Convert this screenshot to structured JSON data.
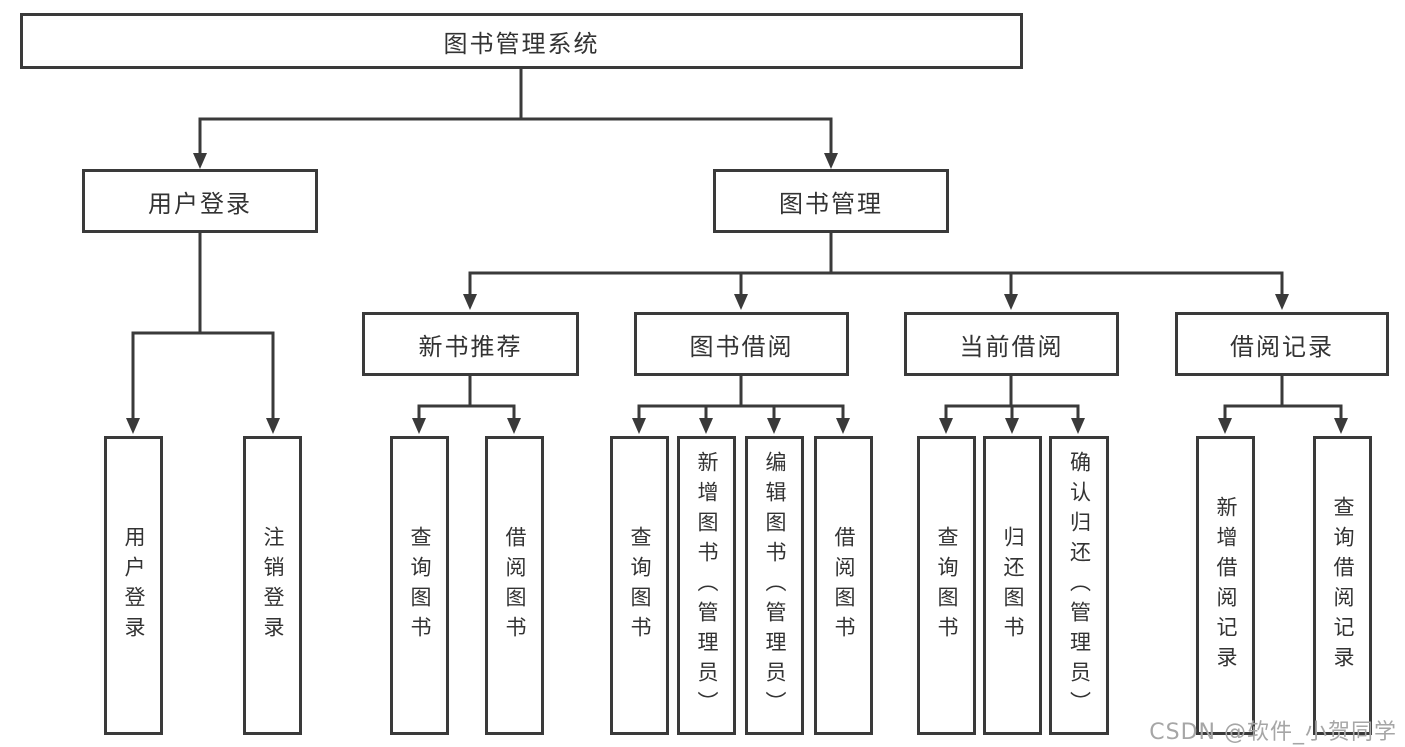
{
  "diagram": {
    "root": {
      "label": "图书管理系统"
    },
    "branches": [
      {
        "label": "用户登录",
        "children": [
          {
            "label": "用户登录"
          },
          {
            "label": "注销登录"
          }
        ]
      },
      {
        "label": "图书管理",
        "children": [
          {
            "label": "新书推荐",
            "children": [
              {
                "label": "查询图书"
              },
              {
                "label": "借阅图书"
              }
            ]
          },
          {
            "label": "图书借阅",
            "children": [
              {
                "label": "查询图书"
              },
              {
                "label": "新增图书（管理员）"
              },
              {
                "label": "编辑图书（管理员）"
              },
              {
                "label": "借阅图书"
              }
            ]
          },
          {
            "label": "当前借阅",
            "children": [
              {
                "label": "查询图书"
              },
              {
                "label": "归还图书"
              },
              {
                "label": "确认归还（管理员）"
              }
            ]
          },
          {
            "label": "借阅记录",
            "children": [
              {
                "label": "新增借阅记录"
              },
              {
                "label": "查询借阅记录"
              }
            ]
          }
        ]
      }
    ]
  },
  "watermark": {
    "text": "CSDN @软件_小贺同学"
  },
  "colors": {
    "line": "#3a3a3a",
    "box_border": "#3a3a3a",
    "text": "#333333",
    "watermark": "#a6a6a6",
    "background": "#ffffff"
  }
}
